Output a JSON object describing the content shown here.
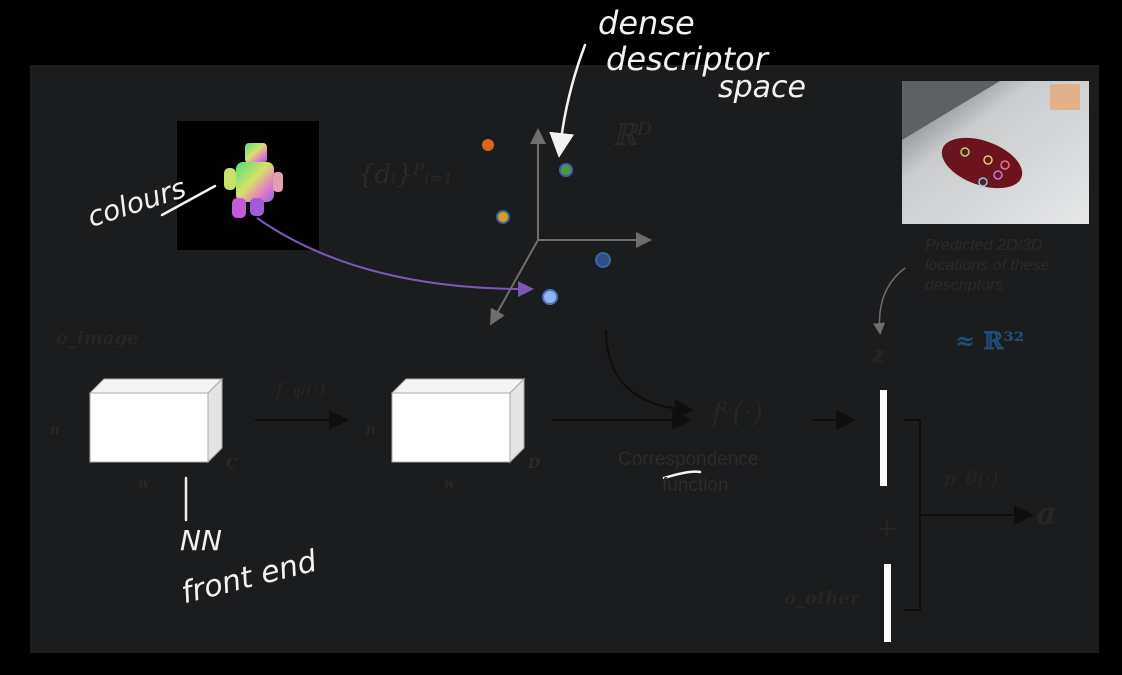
{
  "diagram": {
    "rd_label": "ℝᴰ",
    "descriptor_set": "{dᵢ}ᴾᵢ₌₁",
    "o_image": "o_image",
    "fpsi": "f_ψ(·)",
    "fc": "fᶜ(·)",
    "correspondence": "Correspondence",
    "function_word": "function",
    "z_label": "z",
    "approx_r32": "≈ ℝ³²",
    "pi_theta": "π_θ(·)",
    "a_label": "a",
    "plus": "+",
    "o_other": "o_other",
    "caption": "Predicted 2D/3D locations of these descriptors",
    "dims": {
      "box1": {
        "h": "H",
        "w": "W",
        "c": "C"
      },
      "box2": {
        "h": "H",
        "w": "W",
        "d": "D"
      }
    }
  },
  "annotations": {
    "colours": "colours",
    "dense_descriptor_space": [
      "dense",
      "descriptor",
      "space"
    ],
    "nn_front_end": [
      "NN",
      "front end"
    ]
  },
  "colors": {
    "approx_text": "#1f4e78",
    "dot_orange": "#d9651e",
    "dot_green": "#4a9a3c",
    "dot_blue": "#3b63a8",
    "purple_arrow": "#7e57b5"
  }
}
